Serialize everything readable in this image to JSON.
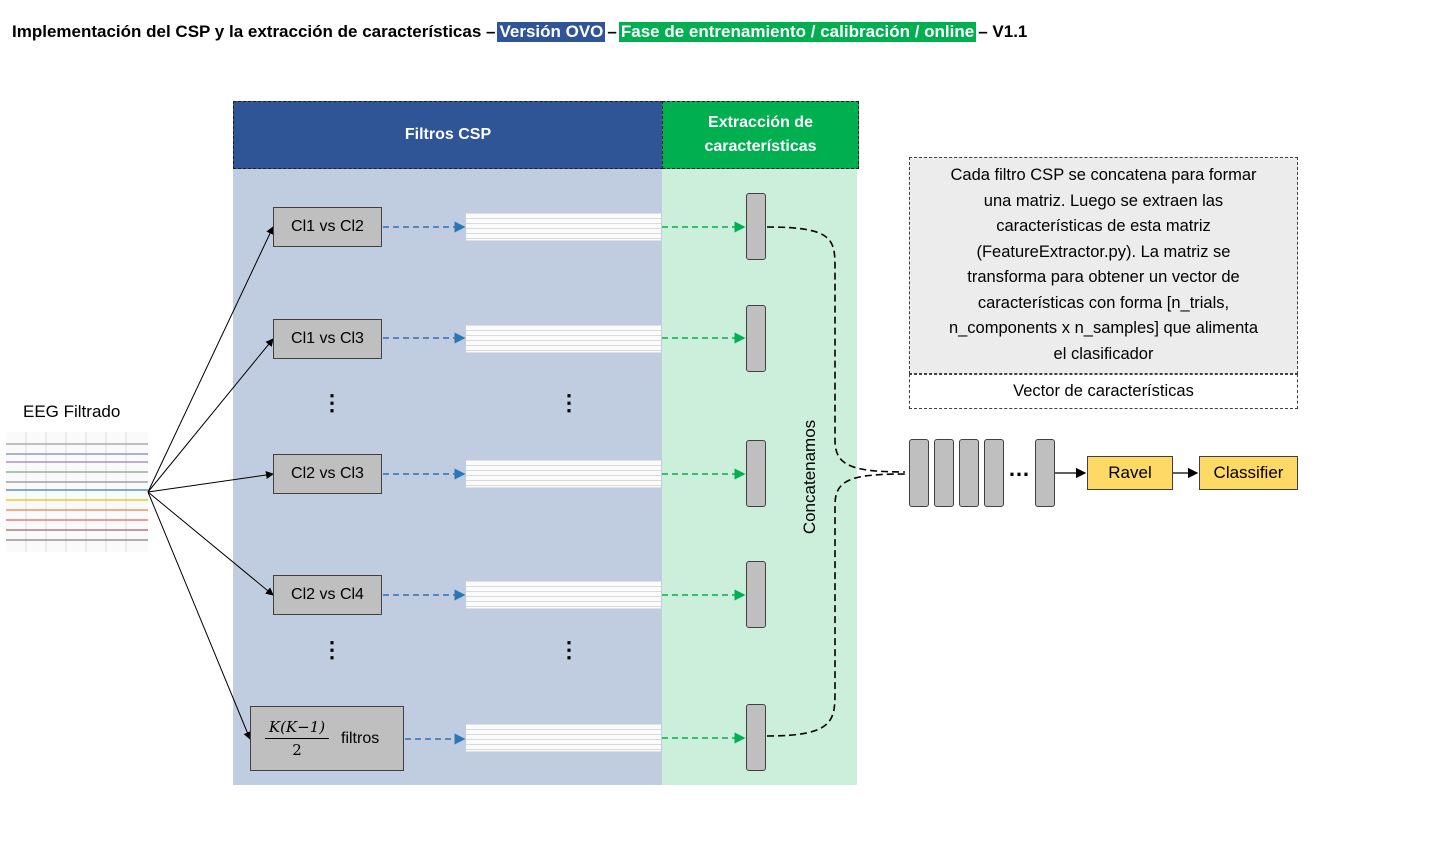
{
  "title": {
    "part1": "Implementación  del CSP y la extracción  de características  –",
    "version": "Versión OVO",
    "sep": "–",
    "phase": "Fase de entrenamiento / calibración / online",
    "end": "– V1.1"
  },
  "headers": {
    "csp": "Filtros CSP",
    "features_line1": "Extracción  de",
    "features_line2": "características"
  },
  "input_label": "EEG Filtrado",
  "filters": [
    {
      "label": "Cl1 vs Cl2"
    },
    {
      "label": "Cl1 vs Cl3"
    },
    {
      "label": "Cl2 vs Cl3"
    },
    {
      "label": "Cl2 vs Cl4"
    }
  ],
  "last_filter": {
    "formula_num": "K(K−1)",
    "formula_den": "2",
    "suffix": "filtros"
  },
  "ellipsis_vertical": "⋮",
  "concat_label": "Concatenamos",
  "note": {
    "lines": [
      "Cada filtro CSP se concatena para formar",
      "una matriz. Luego se extraen las",
      "características de esta matriz",
      "(FeatureExtractor.py).  La matriz se",
      "transforma para obtener un vector de",
      "características con forma [n_trials,",
      "n_components  x n_samples] que alimenta",
      "el clasificador"
    ],
    "vector_label": "Vector de características"
  },
  "ellipsis_horizontal": "…",
  "ravel_label": "Ravel",
  "classifier_label": "Classifier",
  "colors": {
    "blue": "#2f5597",
    "green": "#00b050",
    "yellow": "#ffd966",
    "gray": "#bfbfbf"
  }
}
